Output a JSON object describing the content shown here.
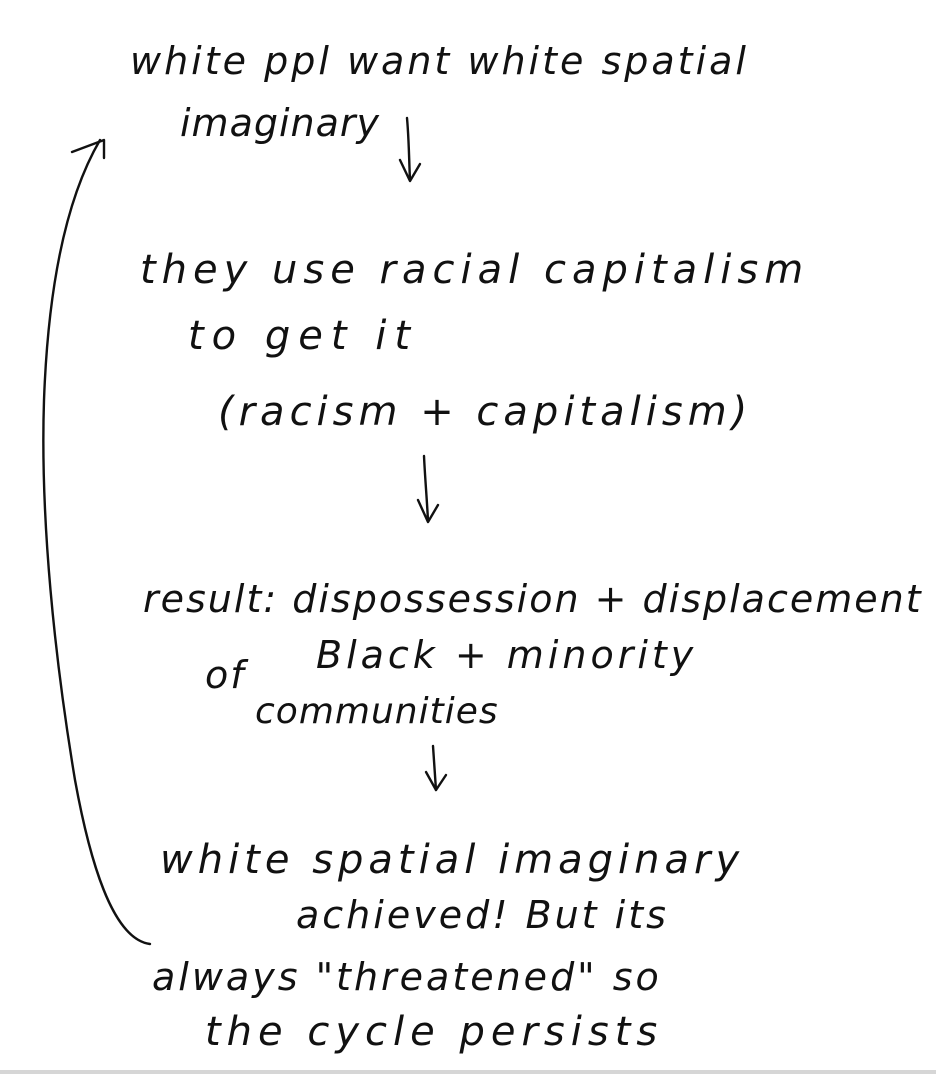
{
  "note": {
    "node1": {
      "line1": "white ppl want white spatial",
      "line2": "imaginary"
    },
    "node2": {
      "line1": "they use racial capitalism",
      "line2": "to get it",
      "line3": "(racism + capitalism)"
    },
    "node3": {
      "line1": "result: dispossession + displacement",
      "line2": "of",
      "line3": "Black + minority",
      "line4": "communities"
    },
    "node4": {
      "line1": "white spatial imaginary",
      "line2": "achieved! But its",
      "line3": "always \"threatened\" so",
      "line4": "the cycle persists"
    }
  }
}
